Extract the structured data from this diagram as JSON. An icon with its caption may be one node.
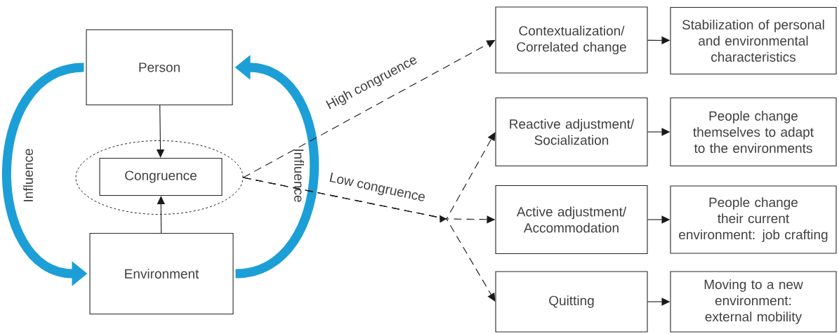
{
  "diagram": {
    "nodes": [
      {
        "text": [
          "Person"
        ]
      },
      {
        "text": [],
        "shape": "ellipse"
      },
      {
        "text": [
          "Congruence"
        ],
        "in": 1
      },
      {
        "text": [
          "Environment"
        ]
      },
      {
        "text": [
          "Contextualization/ Correlated change"
        ]
      },
      {
        "text": [
          "Stabilization of personal and environmental characteristics"
        ]
      },
      {
        "text": [
          "Reactive adjustment/ Socialization"
        ]
      },
      {
        "text": [
          "People change themselves to adapt to the environments"
        ]
      },
      {
        "text": [
          "Active adjustment/ Accommodation"
        ]
      },
      {
        "text": [
          "People change their current environment: job crafting"
        ]
      },
      {
        "text": [
          "Quitting"
        ]
      },
      {
        "text": [
          "Moving to a new environment: external mobility"
        ]
      }
    ],
    "edges": [
      {
        "from": 0,
        "to": 2,
        "arrow": "to"
      },
      {
        "from": 3,
        "to": 2,
        "arrow": "to"
      },
      {
        "from": 0,
        "to": 3,
        "arrow": "to",
        "label": "Influence",
        "style": "thick",
        "color": "#1c9fd6"
      },
      {
        "from": 3,
        "to": 0,
        "arrow": "to",
        "label": "Influence",
        "style": "thick",
        "color": "#1c9fd6"
      },
      {
        "from": 1,
        "to": 4,
        "arrow": "to",
        "label": "High congruence",
        "style": "dashed"
      },
      {
        "from": 1,
        "to": 6,
        "arrow": "to",
        "style": "dashed"
      },
      {
        "from": 1,
        "to": 8,
        "arrow": "to",
        "label": "Low congruence",
        "style": "dashed"
      },
      {
        "from": 1,
        "to": 10,
        "arrow": "to",
        "style": "dashed"
      },
      {
        "from": 4,
        "to": 5,
        "arrow": "to"
      },
      {
        "from": 6,
        "to": 7,
        "arrow": "to"
      },
      {
        "from": 8,
        "to": 9,
        "arrow": "to"
      },
      {
        "from": 10,
        "to": 11,
        "arrow": "to"
      }
    ]
  }
}
